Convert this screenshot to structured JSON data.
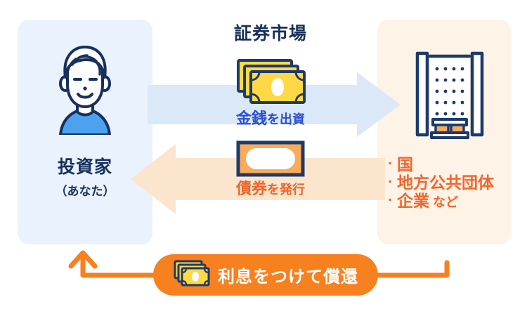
{
  "diagram": {
    "market_title": "証券市場",
    "colors": {
      "navy": "#19305c",
      "blue_text": "#2b4fd0",
      "orange_text": "#f4612a",
      "orange_accent": "#f7801f",
      "panel_blue": "#eaf2fd",
      "panel_cream": "#fdf3e6",
      "arrow_blue": "#dbe8f8",
      "arrow_peach": "#fbe6cd",
      "bill_yellow": "#ffd945",
      "shirt_blue": "#4da2f0"
    }
  },
  "investor": {
    "icon": "person-avatar-icon",
    "name": "投資家",
    "subtitle": "（あなた）"
  },
  "issuer": {
    "icon": "building-icon",
    "items": [
      {
        "bullet": "・",
        "label": "国",
        "suffix": ""
      },
      {
        "bullet": "・",
        "label": "地方公共団体",
        "suffix": ""
      },
      {
        "bullet": "・",
        "label": "企業",
        "suffix": "など"
      }
    ]
  },
  "flows": {
    "fund": {
      "icon": "banknotes-icon",
      "label_main": "金銭",
      "label_rest": "を出資",
      "direction": "right",
      "arrow_name": "fund-arrow"
    },
    "bond": {
      "icon": "bond-certificate-icon",
      "label_main": "債券",
      "label_rest": "を発行",
      "direction": "left",
      "arrow_name": "bond-arrow"
    },
    "redemption": {
      "icon": "banknotes-icon",
      "label": "利息をつけて償還",
      "direction": "right-to-left-up"
    }
  }
}
